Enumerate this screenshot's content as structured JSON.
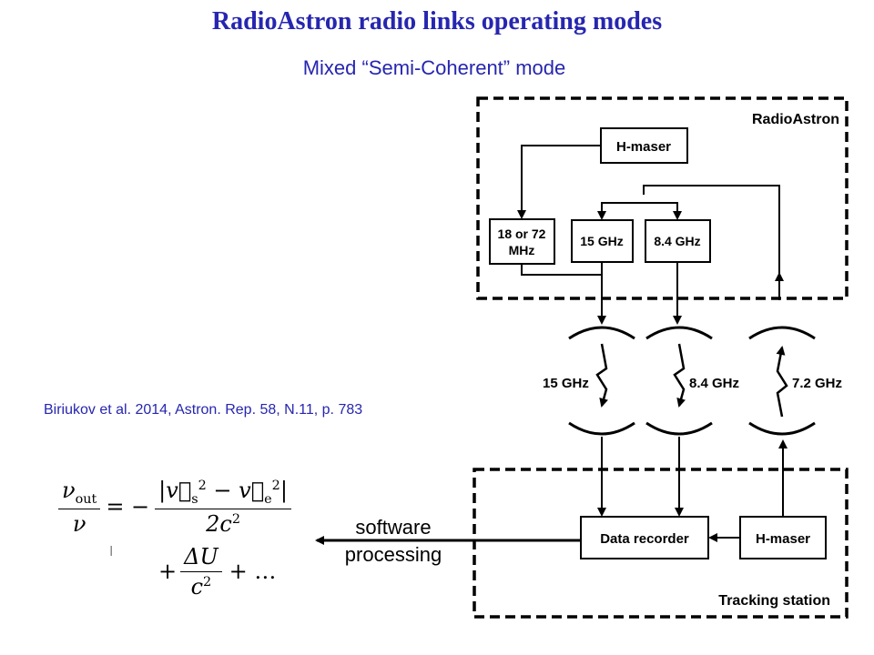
{
  "title": "RadioAstron radio links operating modes",
  "subtitle": "Mixed “Semi-Coherent” mode",
  "citation": "Biriukov et al. 2014, Astron. Rep. 58, N.11, p. 783",
  "diagram": {
    "spacecraft_label": "RadioAstron",
    "station_label": "Tracking station",
    "spacecraft_maser": "H-maser",
    "ref_line1": "18 or 72",
    "ref_line2": "MHz",
    "box_15": "15 GHz",
    "box_84": "8.4 GHz",
    "station_maser": "H-maser",
    "recorder": "Data recorder",
    "link_15": "15 GHz",
    "link_84": "8.4 GHz",
    "link_72": "7.2 GHz"
  },
  "software": {
    "line1": "software",
    "line2": "processing"
  },
  "formula": {
    "lhs_num": "ν",
    "lhs_num_sub": "out",
    "lhs_den": "ν",
    "eq": "= −",
    "plus": "+",
    "dots": "+ …",
    "c": "c",
    "two_c": "2c",
    "delta_u": "ΔU"
  },
  "colors": {
    "title": "#2626b0",
    "lines": "#000000"
  }
}
